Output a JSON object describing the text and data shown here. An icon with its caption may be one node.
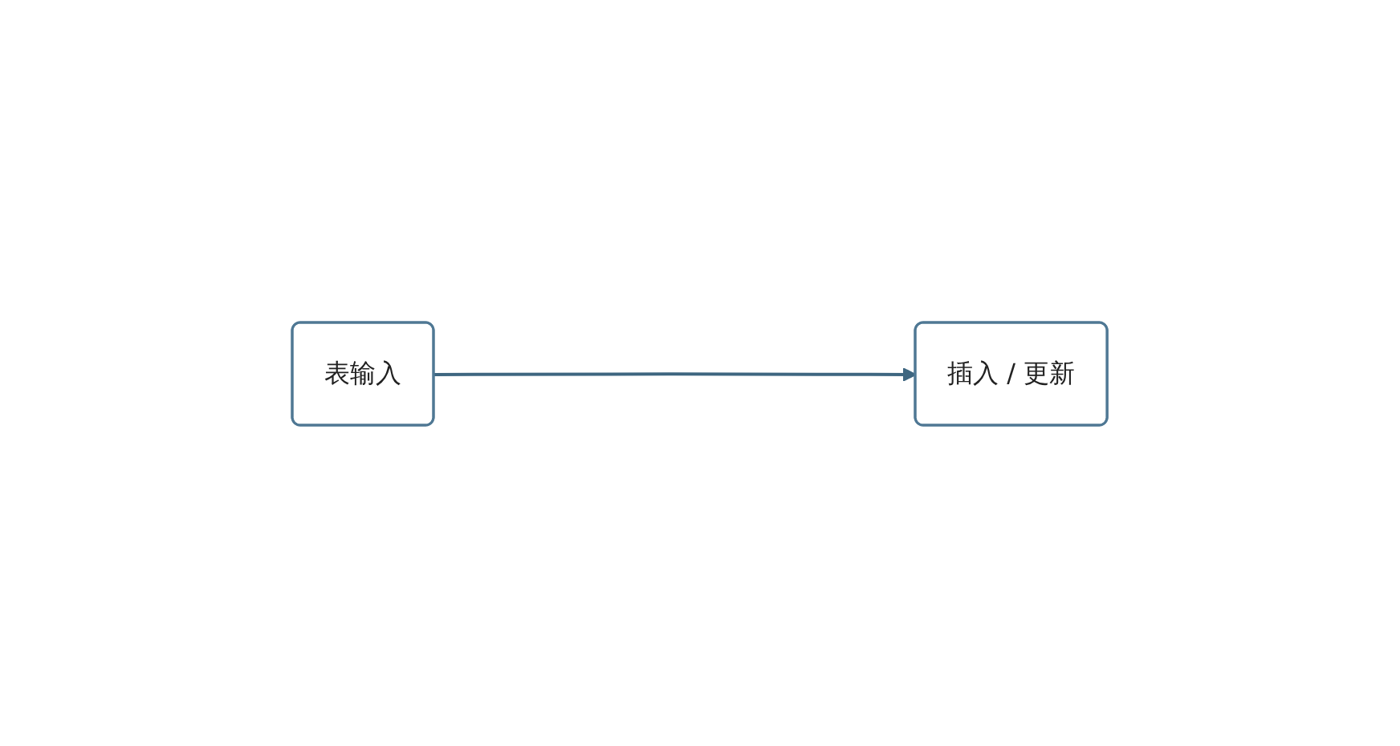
{
  "diagram": {
    "nodes": [
      {
        "text": [
          "表输入"
        ]
      },
      {
        "text": [
          "插入 / 更新"
        ]
      }
    ],
    "edges": [
      {
        "from": 0,
        "to": 1,
        "arrow": "to"
      }
    ]
  }
}
